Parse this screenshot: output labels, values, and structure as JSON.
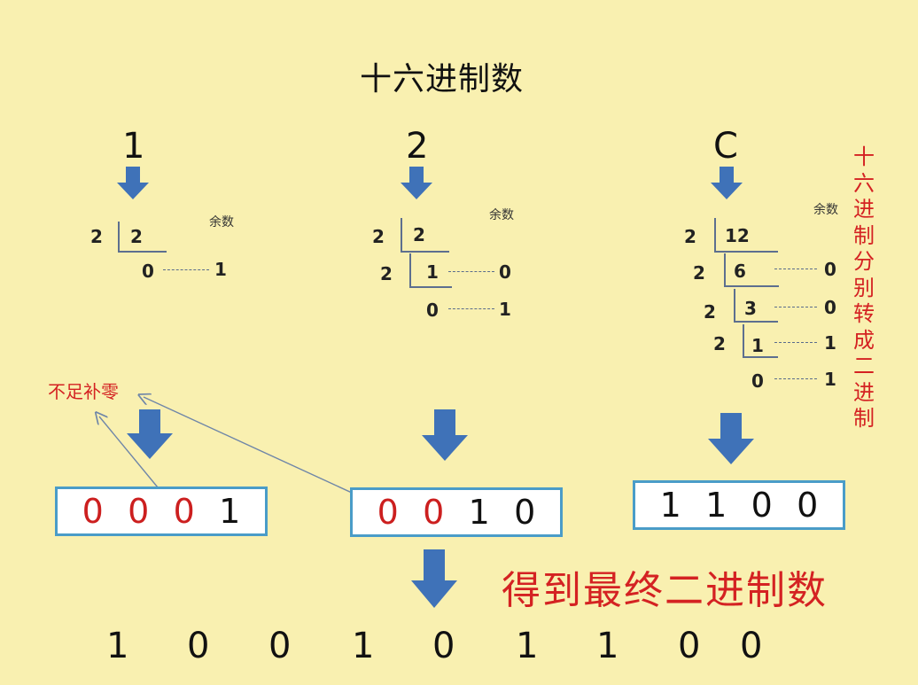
{
  "title": "十六进制数",
  "hex_digits": [
    "1",
    "2",
    "C"
  ],
  "remainder_label": "余数",
  "columns": [
    {
      "divisions": [
        {
          "divisor": "2",
          "quotient": "2",
          "remainder": ""
        },
        {
          "divisor": "",
          "quotient": "0",
          "remainder": "1"
        }
      ]
    },
    {
      "divisions": [
        {
          "divisor": "2",
          "quotient": "2",
          "remainder": ""
        },
        {
          "divisor": "2",
          "quotient": "1",
          "remainder": "0"
        },
        {
          "divisor": "",
          "quotient": "0",
          "remainder": "1"
        }
      ]
    },
    {
      "divisions": [
        {
          "divisor": "2",
          "quotient": "12",
          "remainder": ""
        },
        {
          "divisor": "2",
          "quotient": "6",
          "remainder": "0"
        },
        {
          "divisor": "2",
          "quotient": "3",
          "remainder": "0"
        },
        {
          "divisor": "2",
          "quotient": "1",
          "remainder": "1"
        },
        {
          "divisor": "",
          "quotient": "0",
          "remainder": "1"
        }
      ]
    }
  ],
  "side_note": "十六进制分别转成二进制",
  "pad_note": "不足补零",
  "boxes": [
    {
      "bits": [
        {
          "v": "0",
          "pad": true
        },
        {
          "v": "0",
          "pad": true
        },
        {
          "v": "0",
          "pad": true
        },
        {
          "v": "1",
          "pad": false
        }
      ]
    },
    {
      "bits": [
        {
          "v": "0",
          "pad": true
        },
        {
          "v": "0",
          "pad": true
        },
        {
          "v": "1",
          "pad": false
        },
        {
          "v": "0",
          "pad": false
        }
      ]
    },
    {
      "bits": [
        {
          "v": "1",
          "pad": false
        },
        {
          "v": "1",
          "pad": false
        },
        {
          "v": "0",
          "pad": false
        },
        {
          "v": "0",
          "pad": false
        }
      ]
    }
  ],
  "result_label": "得到最终二进制数",
  "final_bits": [
    "1",
    "0",
    "0",
    "1",
    "0",
    "1",
    "1",
    "0",
    "0"
  ],
  "colors": {
    "background": "#f9f0b0",
    "arrow": "#3f72b8",
    "accent_red": "#d42222",
    "box_border": "#4a9cc8"
  }
}
